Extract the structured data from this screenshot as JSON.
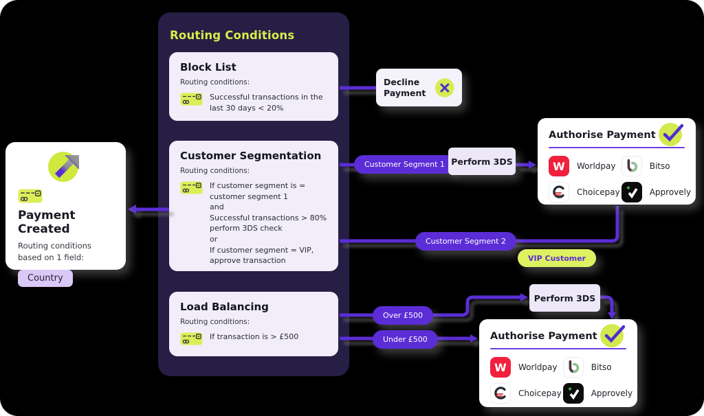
{
  "colors": {
    "purple": "#5b2dd6",
    "accent_yellow": "#d8ec52",
    "panel_bg": "#261e44",
    "card_bg": "#f1eef9",
    "ink": "#1b1a23"
  },
  "payment_created": {
    "title": "Payment Created",
    "subtitle": "Routing conditions based on 1 field:",
    "field_chip": "Country"
  },
  "routing_panel": {
    "title": "Routing Conditions",
    "block_list": {
      "title": "Block List",
      "label": "Routing conditions:",
      "condition": "Successful transactions in the last 30 days < 20%"
    },
    "customer_segmentation": {
      "title": "Customer Segmentation",
      "label": "Routing conditions:",
      "condition": "If customer segment is = customer segment 1\nand\nSuccessful transactions > 80%\nperform 3DS check\nor\nIf customer segment = VIP,\napprove transaction"
    },
    "load_balancing": {
      "title": "Load Balancing",
      "label": "Routing conditions:",
      "condition": "If transaction is > £500"
    }
  },
  "pills": {
    "customer_segment_1": "Customer Segment 1",
    "customer_segment_2": "Customer Segment 2",
    "vip_customer": "VIP Customer",
    "over_500": "Over £500",
    "under_500": "Under £500"
  },
  "nodes": {
    "decline_payment": {
      "title": "Decline Payment"
    },
    "perform_3ds_top": {
      "title": "Perform 3DS"
    },
    "perform_3ds_bottom": {
      "title": "Perform 3DS"
    },
    "authorise_top": {
      "title": "Authorise Payment",
      "providers": [
        {
          "name": "Worldpay"
        },
        {
          "name": "Bitso"
        },
        {
          "name": "Choicepay"
        },
        {
          "name": "Approvely"
        }
      ]
    },
    "authorise_bottom": {
      "title": "Authorise Payment",
      "providers": [
        {
          "name": "Worldpay"
        },
        {
          "name": "Bitso"
        },
        {
          "name": "Choicepay"
        },
        {
          "name": "Approvely"
        }
      ]
    }
  },
  "icons": {
    "worldpay_letter": "W"
  }
}
